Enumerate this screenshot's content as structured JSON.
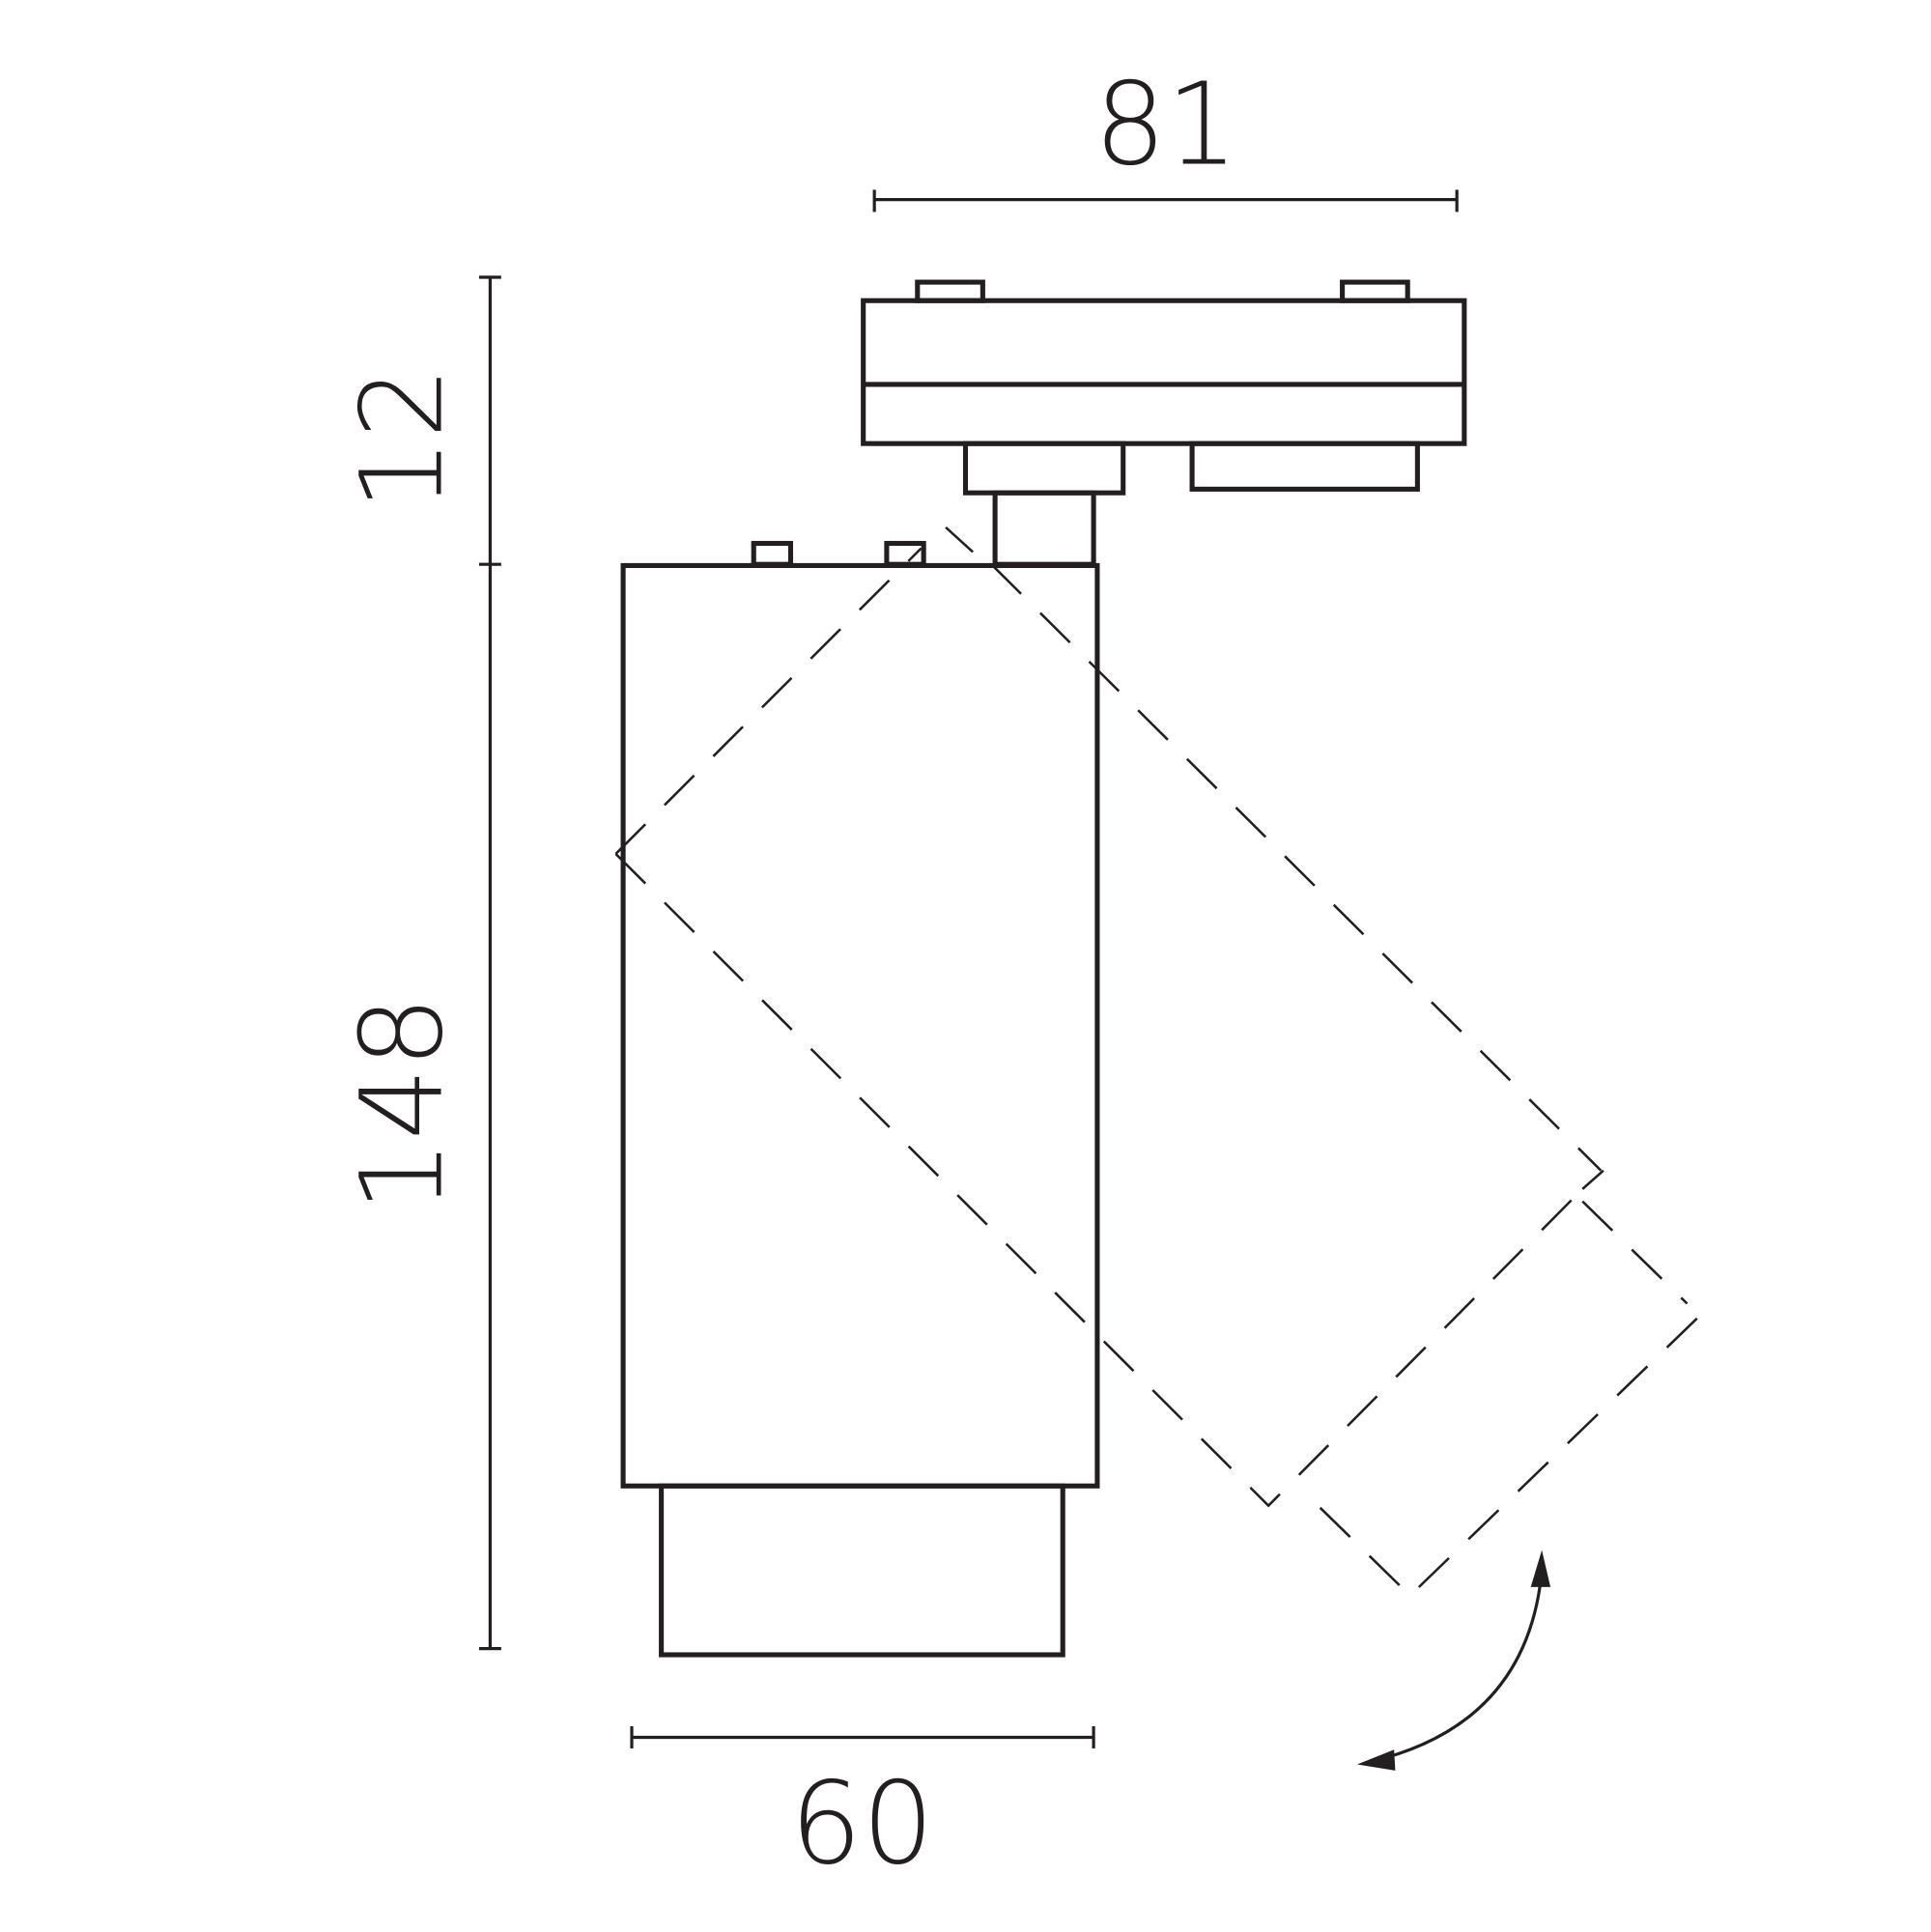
{
  "drawing": {
    "dimensions": {
      "track_adapter_width": "81",
      "adapter_height": "12",
      "body_height": "148",
      "body_width": "60"
    },
    "colors": {
      "line": "#231f20",
      "background": "#ffffff"
    },
    "icons": [
      "rotation-arrow-icon"
    ]
  }
}
